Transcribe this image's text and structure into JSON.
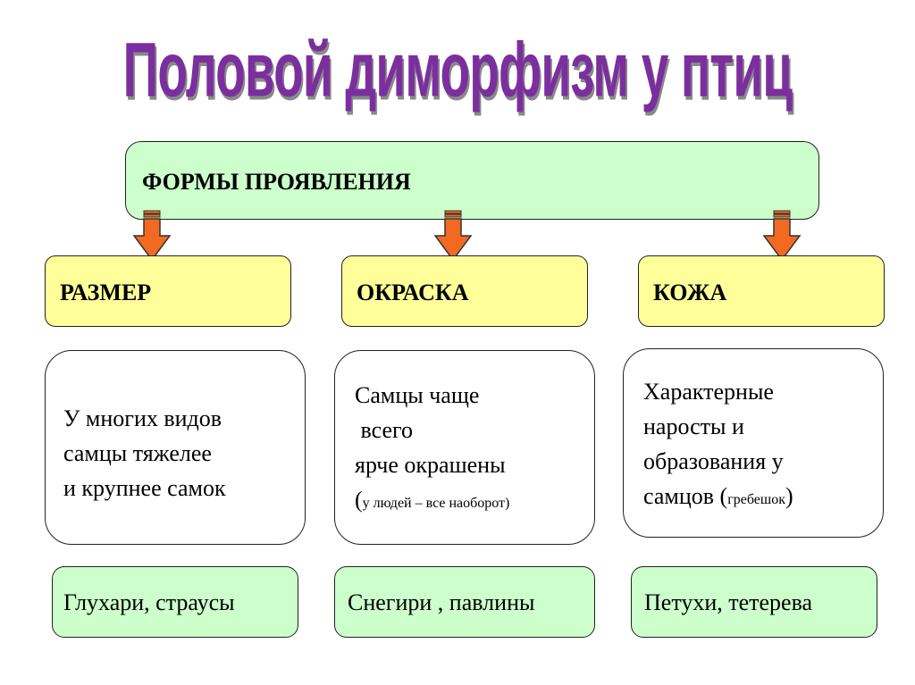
{
  "title": "Половой диморфизм у птиц",
  "forms_label": "ФОРМЫ ПРОЯВЛЕНИЯ",
  "categories": [
    {
      "label": "РАЗМЕР"
    },
    {
      "label": "ОКРАСКА"
    },
    {
      "label": "КОЖА"
    }
  ],
  "descriptions": [
    {
      "text": "У многих видов\nсамцы тяжелее\nи крупнее самок"
    },
    {
      "text": "Самцы чаще\n всего\nярче окрашены",
      "note_open": "(",
      "note": "у людей – все наоборот",
      "note_close": ")"
    },
    {
      "text": "Характерные\nнаросты и\nобразования у\nсамцов (",
      "note": "гребешок",
      "note_close": ")"
    }
  ],
  "examples": [
    {
      "text": "Глухари, страусы"
    },
    {
      "text": "Снегири , павлины"
    },
    {
      "text": "Петухи, тетерева"
    }
  ],
  "colors": {
    "title": "#7b2f9e",
    "forms_fill": "#ccffcc",
    "category_fill": "#ffff99",
    "arrow_fill": "#f26a21",
    "example_fill": "#ccffcc"
  }
}
